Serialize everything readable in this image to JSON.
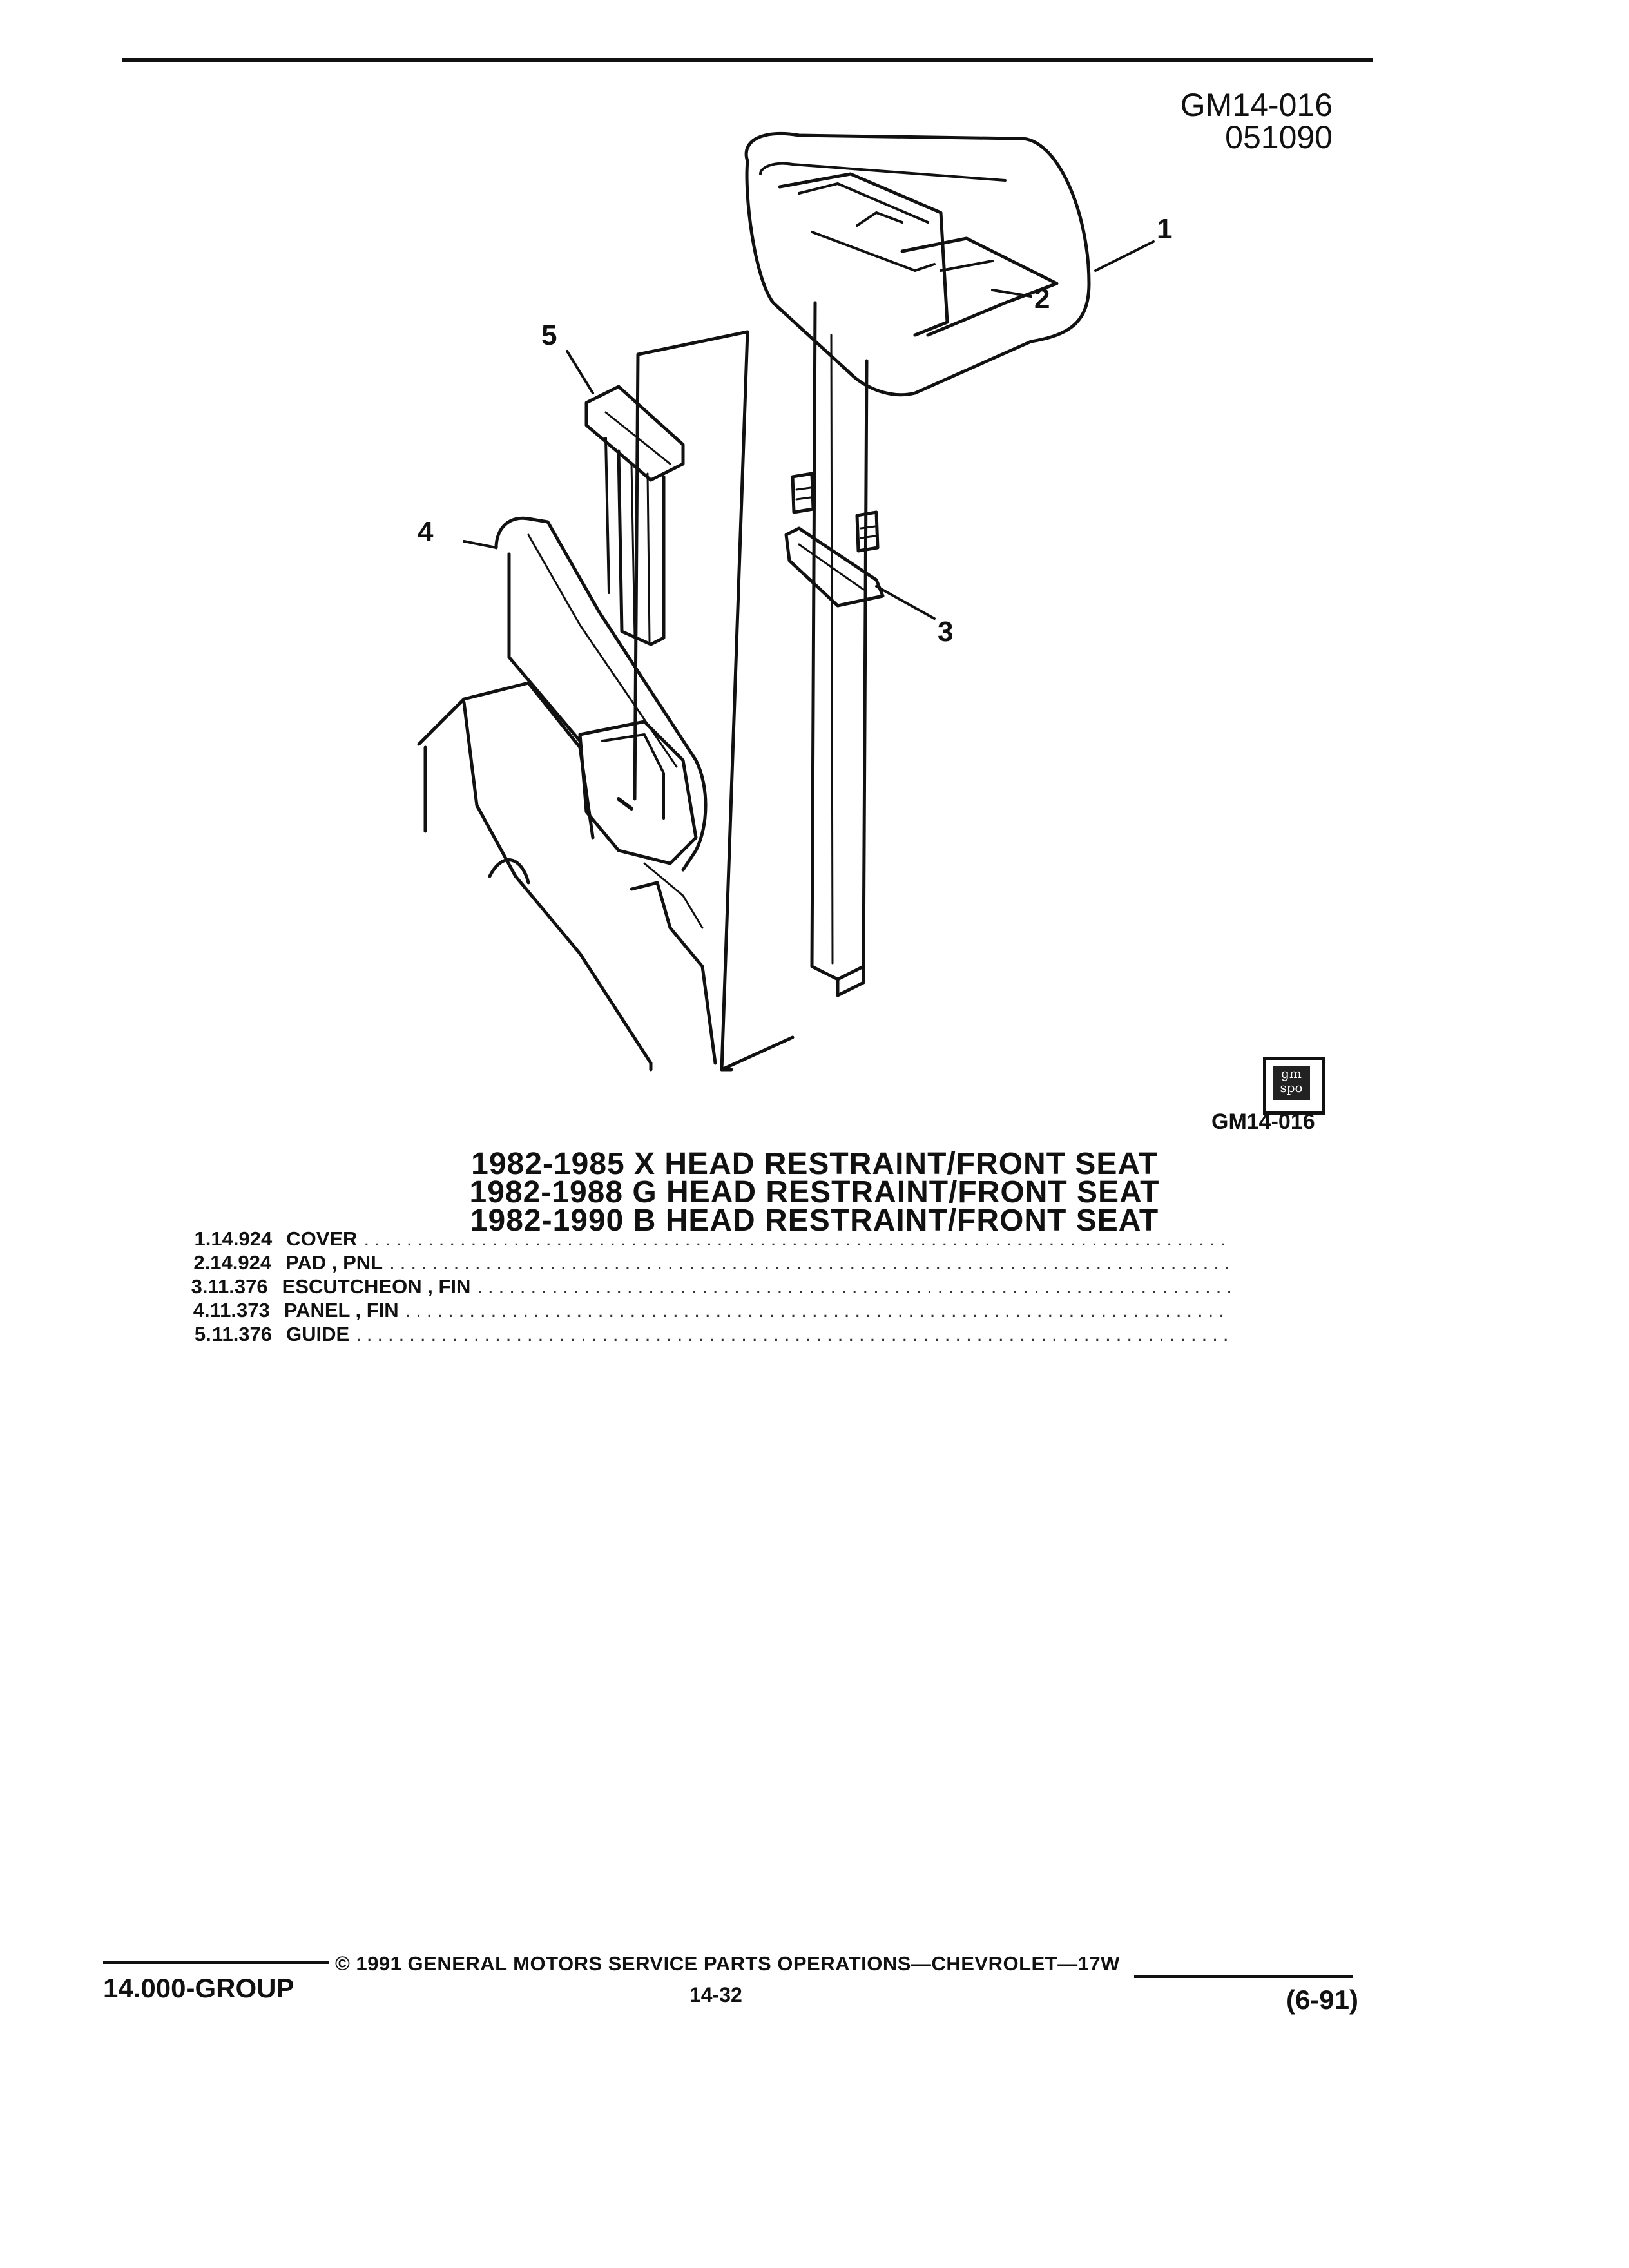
{
  "header": {
    "code_line1": "GM14-016",
    "code_line2": "051090"
  },
  "diagram": {
    "callouts": [
      "1",
      "2",
      "3",
      "4",
      "5"
    ],
    "logo_text_top": "gm",
    "logo_text_bottom": "spo",
    "logo_caption": "GM14-016"
  },
  "titles": [
    "1982-1985 X HEAD RESTRAINT/FRONT SEAT",
    "1982-1988 G HEAD RESTRAINT/FRONT SEAT",
    "1982-1990 B HEAD RESTRAINT/FRONT SEAT"
  ],
  "parts": [
    {
      "num": "1.",
      "ref": "14.924",
      "name": "COVER"
    },
    {
      "num": "2.",
      "ref": "14.924",
      "name": "PAD , PNL"
    },
    {
      "num": "3.",
      "ref": "11.376",
      "name": "ESCUTCHEON , FIN"
    },
    {
      "num": "4.",
      "ref": "11.373",
      "name": "PANEL , FIN"
    },
    {
      "num": "5.",
      "ref": "11.376",
      "name": "GUIDE"
    }
  ],
  "footer": {
    "copyright": "© 1991 GENERAL MOTORS SERVICE PARTS OPERATIONS—CHEVROLET—17W",
    "group": "14.000-GROUP",
    "page": "14-32",
    "date": "(6-91)"
  }
}
